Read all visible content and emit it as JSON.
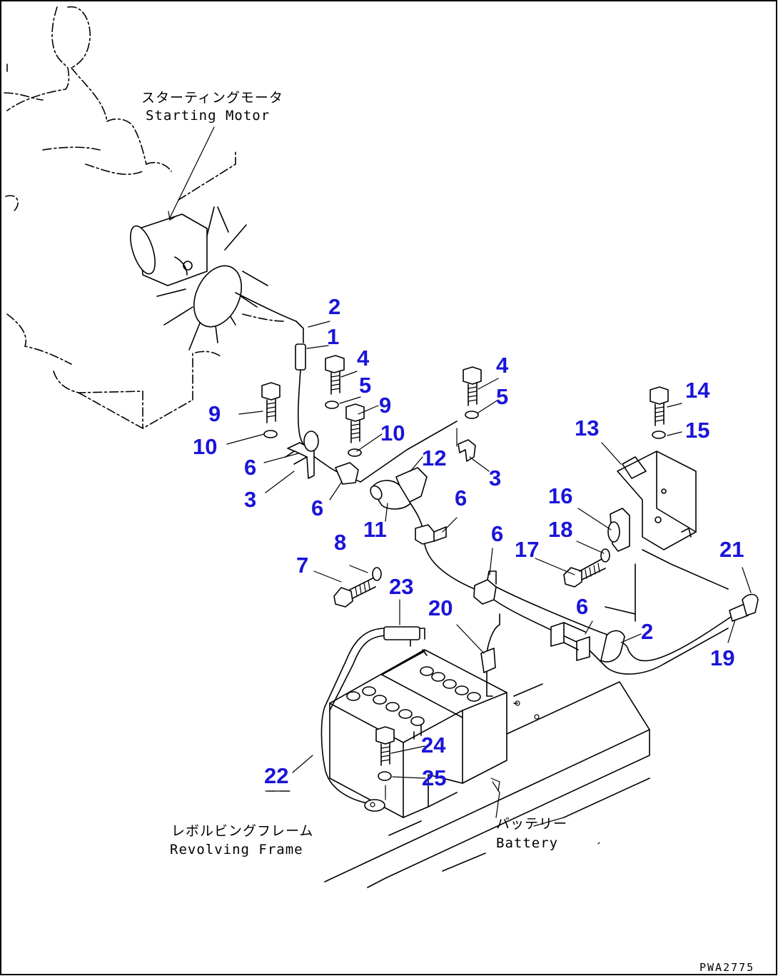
{
  "labels": {
    "starting_motor_jp": "スターティングモータ",
    "starting_motor_en": "Starting Motor",
    "revolving_frame_jp": "レボルビングフレーム",
    "revolving_frame_en": "Revolving Frame",
    "battery_jp": "バッテリー",
    "battery_en": "Battery",
    "drawing_code": "PWA2775"
  },
  "callouts": [
    "1",
    "2",
    "3",
    "4",
    "5",
    "6",
    "7",
    "8",
    "9",
    "10",
    "11",
    "12",
    "13",
    "14",
    "15",
    "16",
    "17",
    "18",
    "19",
    "20",
    "21",
    "22",
    "23",
    "24",
    "25"
  ],
  "colors": {
    "callout": "#1a14d9",
    "line": "#000000",
    "background": "#ffffff"
  }
}
